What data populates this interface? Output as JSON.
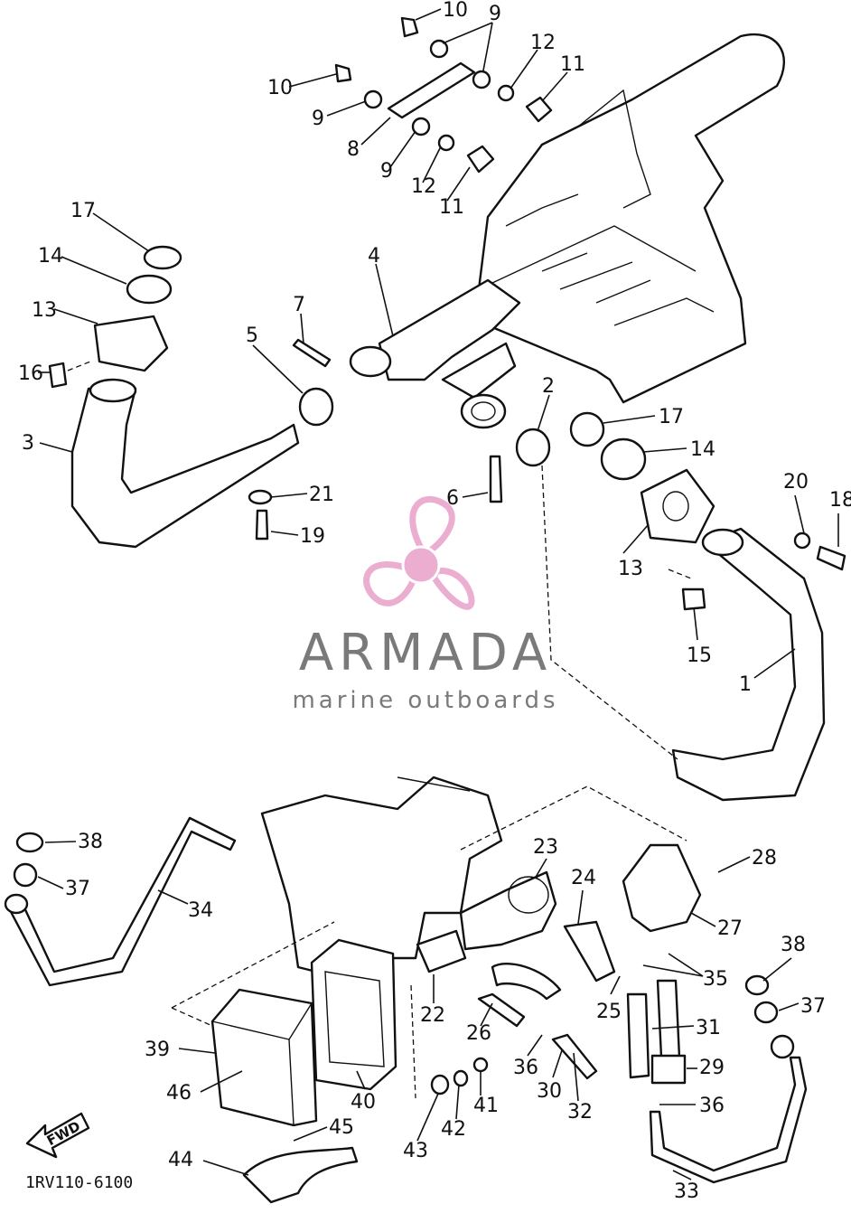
{
  "brand": {
    "name": "ARMADA",
    "subtitle": "marine outboards",
    "logo_colors": {
      "pink": "#e9a6cc",
      "grey": "#7a7a7a"
    }
  },
  "diagram_code": "1RV110-6100",
  "fwd_label": "FWD",
  "callouts": [
    {
      "id": "c1",
      "text": "10"
    },
    {
      "id": "c2",
      "text": "9"
    },
    {
      "id": "c3",
      "text": "10"
    },
    {
      "id": "c4",
      "text": "12"
    },
    {
      "id": "c5",
      "text": "11"
    },
    {
      "id": "c6",
      "text": "9"
    },
    {
      "id": "c7",
      "text": "8"
    },
    {
      "id": "c8",
      "text": "9"
    },
    {
      "id": "c9",
      "text": "12"
    },
    {
      "id": "c10",
      "text": "11"
    },
    {
      "id": "c11",
      "text": "17"
    },
    {
      "id": "c12",
      "text": "14"
    },
    {
      "id": "c13",
      "text": "4"
    },
    {
      "id": "c14",
      "text": "13"
    },
    {
      "id": "c15",
      "text": "7"
    },
    {
      "id": "c16",
      "text": "5"
    },
    {
      "id": "c17",
      "text": "16"
    },
    {
      "id": "c18",
      "text": "3"
    },
    {
      "id": "c19",
      "text": "2"
    },
    {
      "id": "c20",
      "text": "17"
    },
    {
      "id": "c21",
      "text": "14"
    },
    {
      "id": "c22",
      "text": "6"
    },
    {
      "id": "c23",
      "text": "21"
    },
    {
      "id": "c24",
      "text": "19"
    },
    {
      "id": "c25",
      "text": "20"
    },
    {
      "id": "c26",
      "text": "18"
    },
    {
      "id": "c27",
      "text": "13"
    },
    {
      "id": "c28",
      "text": "15"
    },
    {
      "id": "c29",
      "text": "1"
    },
    {
      "id": "c30",
      "text": "38"
    },
    {
      "id": "c31",
      "text": "37"
    },
    {
      "id": "c32",
      "text": "34"
    },
    {
      "id": "c33",
      "text": "23"
    },
    {
      "id": "c34",
      "text": "28"
    },
    {
      "id": "c35",
      "text": "24"
    },
    {
      "id": "c36",
      "text": "27"
    },
    {
      "id": "c37",
      "text": "35"
    },
    {
      "id": "c38",
      "text": "38"
    },
    {
      "id": "c39",
      "text": "37"
    },
    {
      "id": "c40",
      "text": "22"
    },
    {
      "id": "c41",
      "text": "25"
    },
    {
      "id": "c42",
      "text": "26"
    },
    {
      "id": "c43",
      "text": "31"
    },
    {
      "id": "c44",
      "text": "39"
    },
    {
      "id": "c45",
      "text": "36"
    },
    {
      "id": "c46",
      "text": "29"
    },
    {
      "id": "c47",
      "text": "46"
    },
    {
      "id": "c48",
      "text": "40"
    },
    {
      "id": "c49",
      "text": "30"
    },
    {
      "id": "c50",
      "text": "41"
    },
    {
      "id": "c51",
      "text": "32"
    },
    {
      "id": "c52",
      "text": "36"
    },
    {
      "id": "c53",
      "text": "45"
    },
    {
      "id": "c54",
      "text": "42"
    },
    {
      "id": "c55",
      "text": "43"
    },
    {
      "id": "c56",
      "text": "44"
    },
    {
      "id": "c57",
      "text": "33"
    }
  ]
}
